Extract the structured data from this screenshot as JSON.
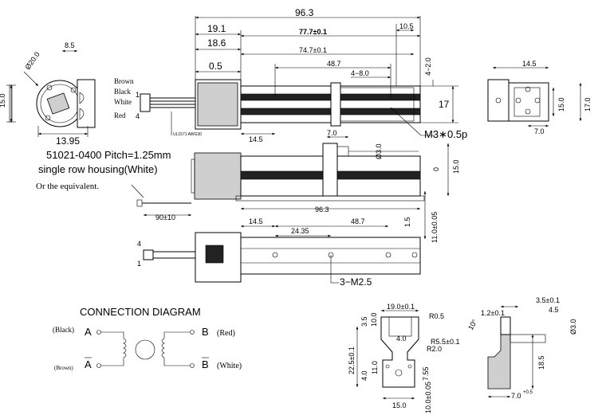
{
  "top_view": {
    "overall_length": "96.3",
    "dim_19_1": "19.1",
    "dim_18_6": "18.6",
    "dim_0_5": "0.5",
    "dim_77_7": "77.7±0.1",
    "dim_74_7": "74.7±0.1",
    "dim_48_7": "48.7",
    "dim_4_8": "4−8.0",
    "dim_10_5": "10.5",
    "dim_4_2": "4−2.0",
    "dim_17": "17",
    "dim_14_5": "14.5",
    "thread": "M3∗0.5p",
    "cable_label": "UL1571 AWG30"
  },
  "left_view": {
    "dim_8_5": "8.5",
    "dia_20": "Ø20.0",
    "dim_15": "15.0",
    "dim_13_95": "13.95",
    "wires": [
      "Brown",
      "Black",
      "White",
      "Red"
    ],
    "pin_1": "1",
    "pin_4": "4"
  },
  "connector_text": {
    "part": "51021-0400 Pitch=1.25mm",
    "housing": "single row housing(White)",
    "equiv": "Or the equivalent."
  },
  "right_view": {
    "dim_14_5": "14.5",
    "dim_15": "15.0",
    "dim_17": "17.0",
    "dim_7": "7.0"
  },
  "front_view": {
    "dim_7": "7.0",
    "dia_3": "Ø3.0",
    "dim_15": "15.0",
    "dim_0": "0",
    "dim_90": "90±10",
    "dim_96_3": "96.3",
    "dim_1_5": "1.5",
    "dim_11": "11.0±0.05"
  },
  "bottom_view": {
    "dim_14_5": "14.5",
    "dim_48_7": "48.7",
    "dim_24_35": "24.35",
    "holes": "3−M2.5",
    "pin_4": "4",
    "pin_1": "1"
  },
  "connection": {
    "title": "CONNECTION DIAGRAM",
    "black": "(Black)",
    "brown": "(Brown)",
    "red": "(Red)",
    "white": "(White)",
    "A": "A",
    "A_bar": "A",
    "B": "B",
    "B_bar": "B"
  },
  "nut_front": {
    "dim_19": "19.0±0.1",
    "r05": "R0.5",
    "r55": "R5.5±0.1",
    "r2": "R2.0",
    "dim_3_5": "3.5",
    "dim_10": "10.0",
    "dim_4": "4.0",
    "dim_22_5": "22.5±0.1",
    "dim_11": "11.0",
    "dim_4b": "4.0",
    "dim_7_55": "7.55",
    "dim_15": "15.0",
    "dim_10_05": "10.0±0.05"
  },
  "nut_side": {
    "dim_3_5": "3.5±0.1",
    "dim_4_5": "4.5",
    "dim_1_2": "1.2±0.1",
    "dia_3": "Ø3.0",
    "dim_18_5": "18.5",
    "dim_7": "7.0",
    "tol": "+0.5",
    "angle": "10°"
  }
}
